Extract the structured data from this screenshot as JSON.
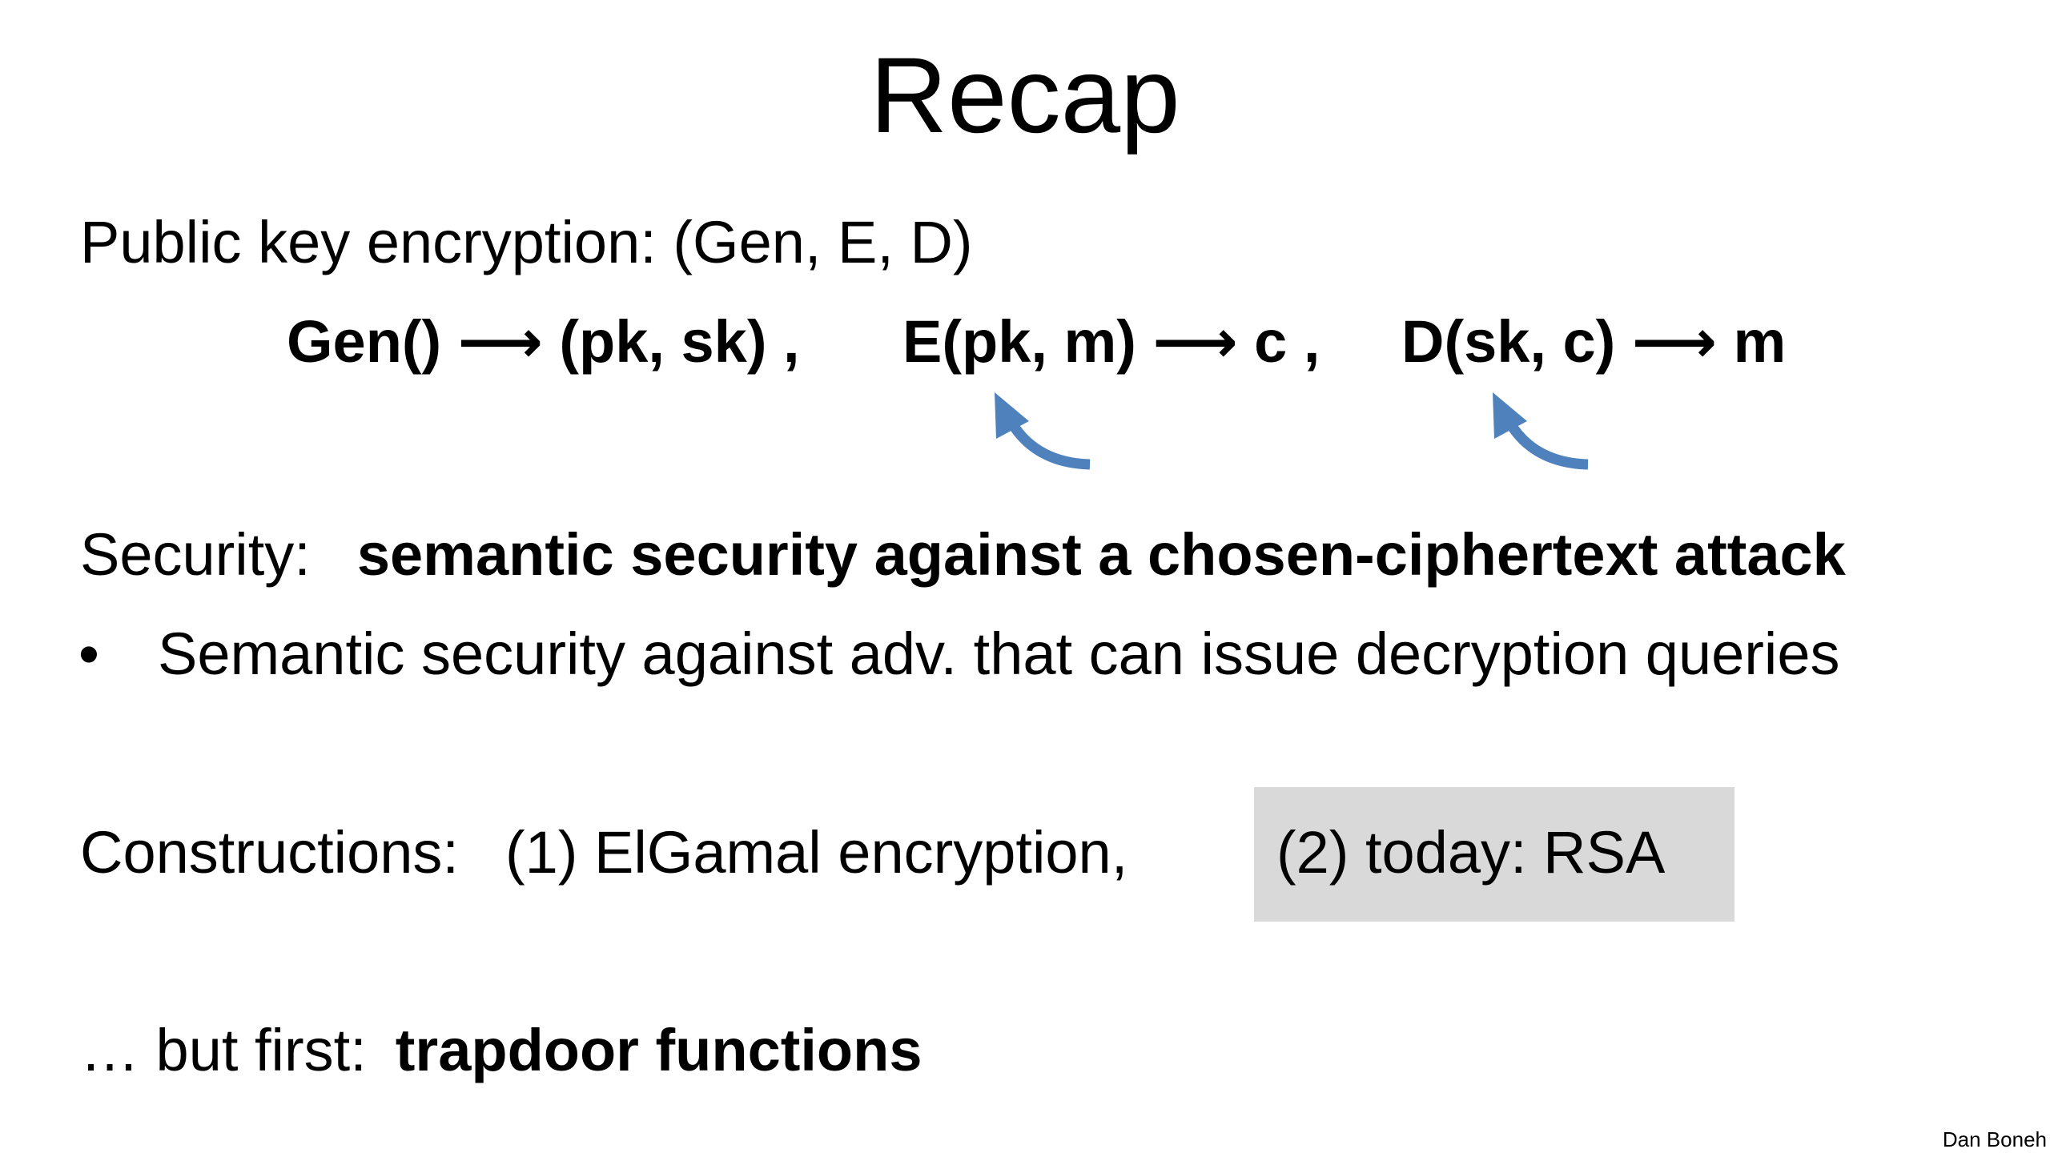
{
  "title": "Recap",
  "pke": {
    "label": "Public key encryption:  (Gen, E, D)"
  },
  "formulas": {
    "gen": "Gen() ⟶ (pk, sk) ,",
    "enc": "E(pk, m) ⟶ c ,",
    "dec": "D(sk, c) ⟶ m"
  },
  "security": {
    "label": "Security:",
    "value": "semantic security against a chosen-ciphertext attack"
  },
  "bullet": {
    "marker": "•",
    "text": "Semantic security against adv. that can issue decryption queries"
  },
  "constructions": {
    "label": "Constructions:",
    "first": "(1) ElGamal encryption,",
    "second": "(2) today:  RSA"
  },
  "but_first": {
    "label": "… but first:",
    "value": "trapdoor functions"
  },
  "author": "Dan Boneh",
  "colors": {
    "arrow": "#4f81bd",
    "highlight_box": "#d9d9d9"
  },
  "icons": [
    "curved-arrow-icon",
    "curved-arrow-icon"
  ]
}
